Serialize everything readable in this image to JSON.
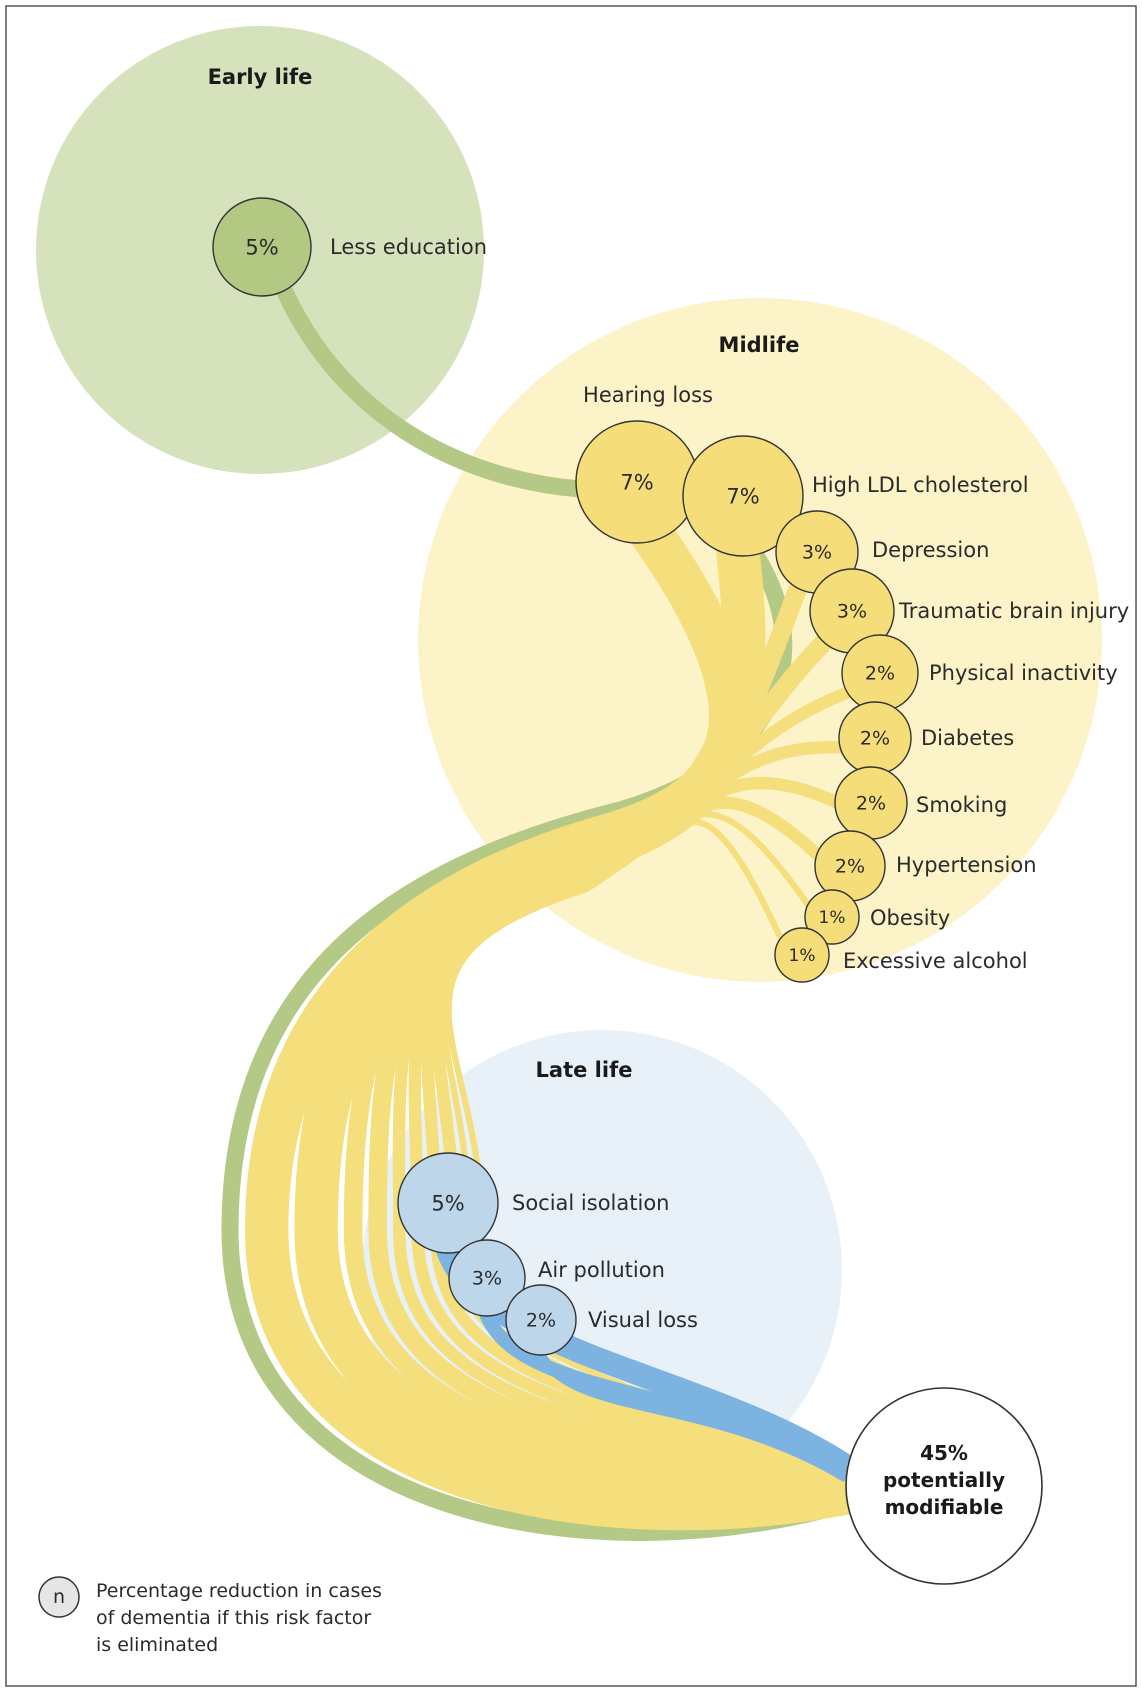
{
  "colors": {
    "early_bg": "#d6e2bc",
    "early_node": "#b3c883",
    "early_ribbon": "#b5c986",
    "mid_bg": "#fcf3c8",
    "mid_node": "#f5de7a",
    "mid_ribbon": "#f5de7c",
    "late_bg": "#e8f1f8",
    "late_node": "#bdd6ea",
    "late_ribbon": "#7cb3e1",
    "outline": "#333333",
    "frame": "#555555"
  },
  "stages": [
    {
      "id": "early",
      "title": "Early life",
      "factors": [
        {
          "label": "Less education",
          "percent": 5,
          "text": "5%"
        }
      ]
    },
    {
      "id": "mid",
      "title": "Midlife",
      "factors": [
        {
          "label": "Hearing loss",
          "percent": 7,
          "text": "7%"
        },
        {
          "label": "High LDL cholesterol",
          "percent": 7,
          "text": "7%"
        },
        {
          "label": "Depression",
          "percent": 3,
          "text": "3%"
        },
        {
          "label": "Traumatic brain injury",
          "percent": 3,
          "text": "3%"
        },
        {
          "label": "Physical inactivity",
          "percent": 2,
          "text": "2%"
        },
        {
          "label": "Diabetes",
          "percent": 2,
          "text": "2%"
        },
        {
          "label": "Smoking",
          "percent": 2,
          "text": "2%"
        },
        {
          "label": "Hypertension",
          "percent": 2,
          "text": "2%"
        },
        {
          "label": "Obesity",
          "percent": 1,
          "text": "1%"
        },
        {
          "label": "Excessive alcohol",
          "percent": 1,
          "text": "1%"
        }
      ]
    },
    {
      "id": "late",
      "title": "Late life",
      "factors": [
        {
          "label": "Social isolation",
          "percent": 5,
          "text": "5%"
        },
        {
          "label": "Air pollution",
          "percent": 3,
          "text": "3%"
        },
        {
          "label": "Visual loss",
          "percent": 2,
          "text": "2%"
        }
      ]
    }
  ],
  "total": {
    "percent": 45,
    "line1": "45%",
    "line2": "potentially",
    "line3": "modifiable"
  },
  "legend": {
    "symbol": "n",
    "lines": [
      "Percentage reduction in cases",
      "of dementia if this risk factor",
      "is eliminated"
    ]
  }
}
